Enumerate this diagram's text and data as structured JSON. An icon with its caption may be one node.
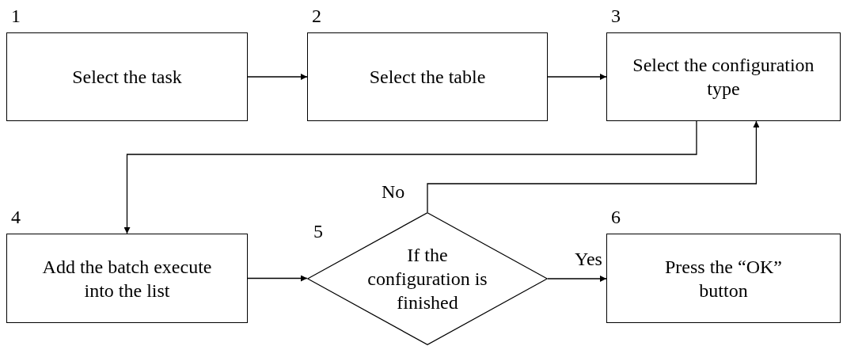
{
  "diagram": {
    "nodes": [
      {
        "text": [
          "Select the task"
        ],
        "beside": [
          "1"
        ]
      },
      {
        "text": [
          "Select the table"
        ],
        "beside": [
          "2"
        ]
      },
      {
        "text": [
          "Select the configuration type"
        ],
        "beside": [
          "3"
        ]
      },
      {
        "text": [
          "Add the batch execute into the list"
        ],
        "beside": [
          "4"
        ]
      },
      {
        "text": [
          "If the configuration is finished"
        ],
        "beside": [
          "5"
        ]
      },
      {
        "text": [
          "Press the “OK” button"
        ],
        "beside": [
          "6"
        ]
      }
    ],
    "edges": [
      {
        "from": 0,
        "to": 1,
        "arrow": "to"
      },
      {
        "from": 1,
        "to": 2,
        "arrow": "to"
      },
      {
        "from": 2,
        "to": 3,
        "arrow": "to"
      },
      {
        "from": 3,
        "to": 4,
        "arrow": "to"
      },
      {
        "from": 4,
        "to": 5,
        "label": "Yes",
        "arrow": "to"
      },
      {
        "from": 4,
        "to": 2,
        "label": "No",
        "arrow": "to"
      }
    ]
  }
}
